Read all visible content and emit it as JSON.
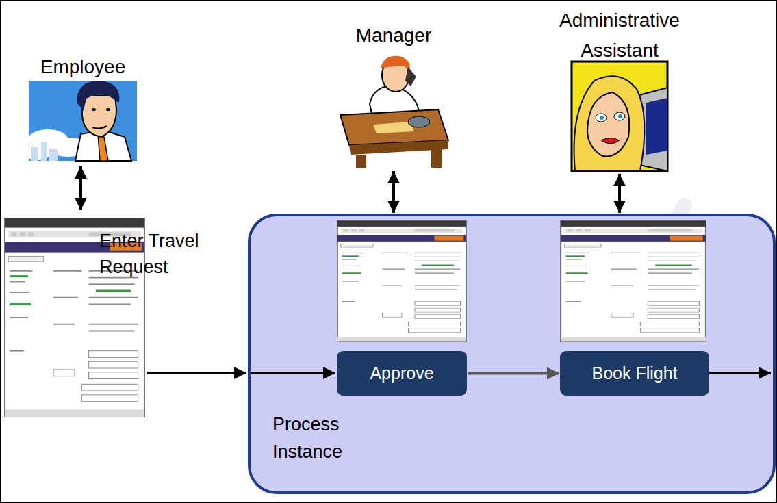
{
  "diagram": {
    "nodes": [
      {
        "text": [
          "Employee"
        ]
      },
      {
        "text": [
          "Manager"
        ]
      },
      {
        "text": [
          "Administrative Assistant"
        ]
      },
      {
        "text": [
          "Process Instance"
        ]
      },
      {
        "text": [
          "Approve"
        ],
        "in": 3
      },
      {
        "text": [
          "Book Flight"
        ],
        "in": 3
      }
    ],
    "edges": [
      {
        "from": 1,
        "to": 3,
        "arrow": "both"
      },
      {
        "from": 2,
        "to": 3,
        "arrow": "both"
      },
      {
        "from": 4,
        "to": 5,
        "arrow": "to"
      }
    ],
    "labels": [
      "Enter Travel Request"
    ]
  }
}
